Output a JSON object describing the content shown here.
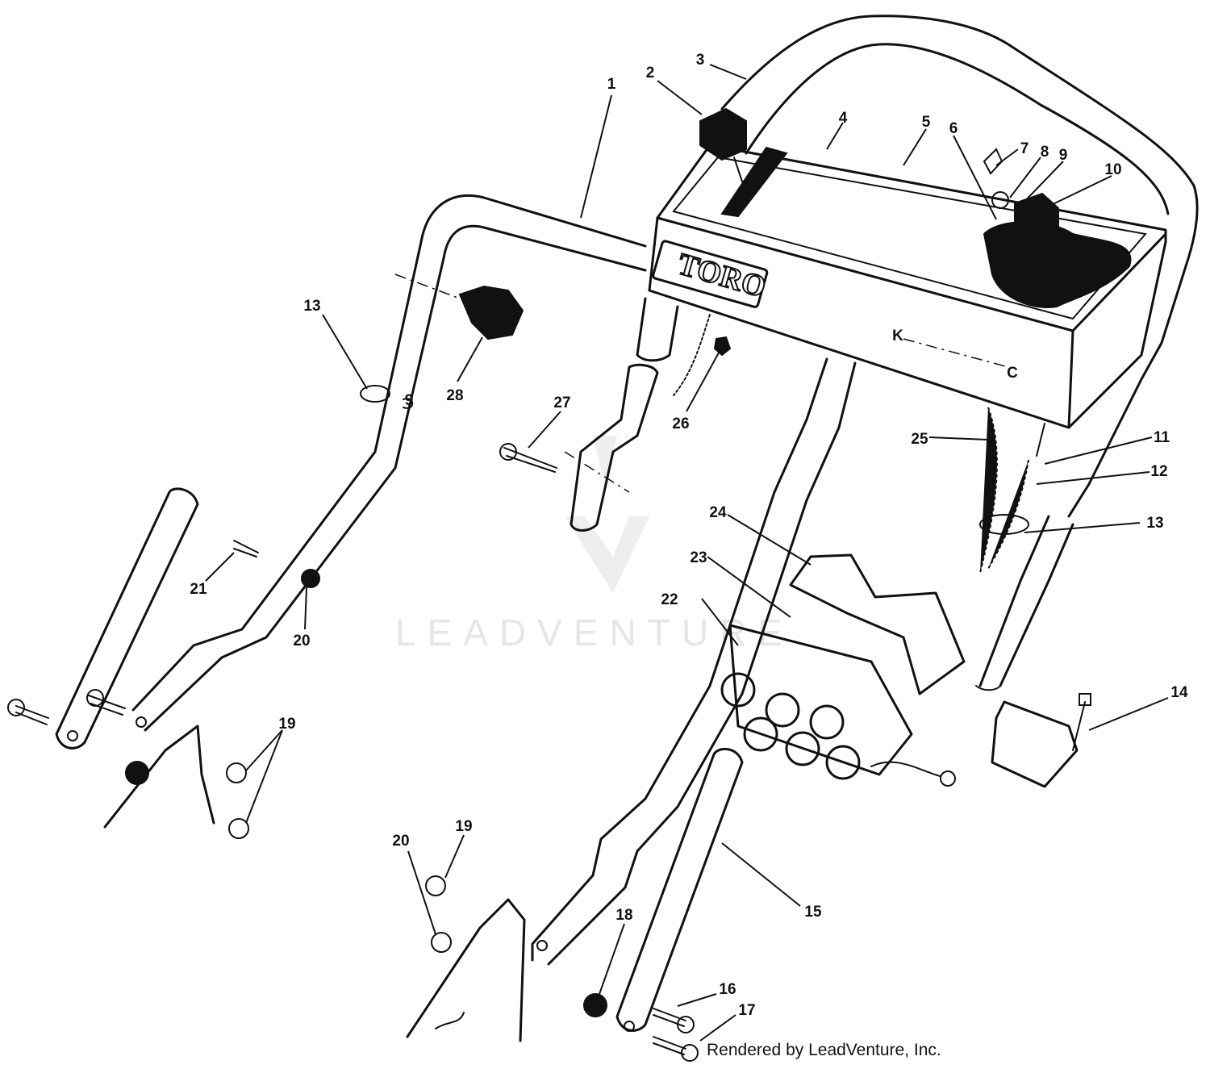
{
  "brand": {
    "name": "TORO"
  },
  "watermark": {
    "text": "LEADVENTURE"
  },
  "credit": {
    "text": "Rendered by LeadVenture, Inc."
  },
  "part_labels": [
    {
      "id": "p1",
      "text": "1"
    },
    {
      "id": "p2",
      "text": "2"
    },
    {
      "id": "p3",
      "text": "3"
    },
    {
      "id": "p4",
      "text": "4"
    },
    {
      "id": "p5",
      "text": "5"
    },
    {
      "id": "p6",
      "text": "6"
    },
    {
      "id": "p7",
      "text": "7"
    },
    {
      "id": "p8",
      "text": "8"
    },
    {
      "id": "p9",
      "text": "9"
    },
    {
      "id": "p10",
      "text": "10"
    },
    {
      "id": "p11",
      "text": "11"
    },
    {
      "id": "p12",
      "text": "12"
    },
    {
      "id": "p13a",
      "text": "13"
    },
    {
      "id": "p13b",
      "text": "13"
    },
    {
      "id": "p14",
      "text": "14"
    },
    {
      "id": "p15",
      "text": "15"
    },
    {
      "id": "p16",
      "text": "16"
    },
    {
      "id": "p17",
      "text": "17"
    },
    {
      "id": "p18",
      "text": "18"
    },
    {
      "id": "p19a",
      "text": "19"
    },
    {
      "id": "p19b",
      "text": "19"
    },
    {
      "id": "p20a",
      "text": "20"
    },
    {
      "id": "p20b",
      "text": "20"
    },
    {
      "id": "p21",
      "text": "21"
    },
    {
      "id": "p22",
      "text": "22"
    },
    {
      "id": "p23",
      "text": "23"
    },
    {
      "id": "p24",
      "text": "24"
    },
    {
      "id": "p25",
      "text": "25"
    },
    {
      "id": "p26",
      "text": "26"
    },
    {
      "id": "p27",
      "text": "27"
    },
    {
      "id": "p28",
      "text": "28"
    }
  ],
  "markers": {
    "k": "K",
    "c": "C",
    "g": "9"
  }
}
